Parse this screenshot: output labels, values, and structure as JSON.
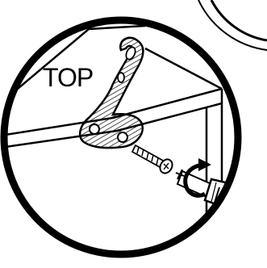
{
  "figure": {
    "label_text": "TOP",
    "colors": {
      "ink": "#000000",
      "paper": "#ffffff"
    },
    "icons": [
      "detail-circle",
      "hook",
      "screw",
      "screwdriver",
      "rotation-arrow",
      "shelf"
    ]
  }
}
